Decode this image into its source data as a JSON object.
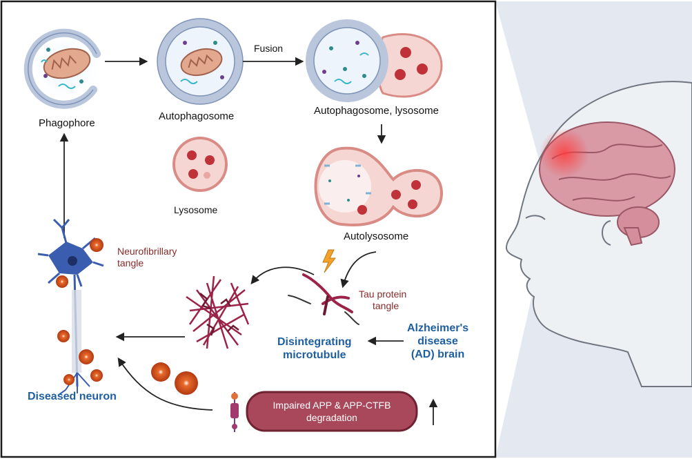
{
  "labels": {
    "phagophore": "Phagophore",
    "autophagosome": "Autophagosome",
    "fusion": "Fusion",
    "autophagosome_lysosome": "Autophagosome, lysosome",
    "lysosome": "Lysosome",
    "autolysosome": "Autolysosome",
    "neurofibrillary_line1": "Neurofibrillary",
    "neurofibrillary_line2": "tangle",
    "tau_line1": "Tau protein",
    "tau_line2": "tangle",
    "ad_line1": "Alzheimer's",
    "ad_line2": "disease",
    "ad_line3": "(AD) brain",
    "microtubule_line1": "Disintegrating",
    "microtubule_line2": "microtubule",
    "diseased_neuron": "Diseased neuron",
    "app_line1": "Impaired APP & APP-CTFB",
    "app_line2": "degradation"
  },
  "colors": {
    "membrane": "#b9c6dc",
    "lysosome_fill": "#f6d6d2",
    "lysosome_edge": "#d98c86",
    "enzyme": "#c0323a",
    "neuron": "#3b5db0",
    "tangle": "#9b2347",
    "plaque": "#c8501e",
    "pill": "#a9485a",
    "brain": "#d99aa6",
    "head": "#eef1f4"
  }
}
